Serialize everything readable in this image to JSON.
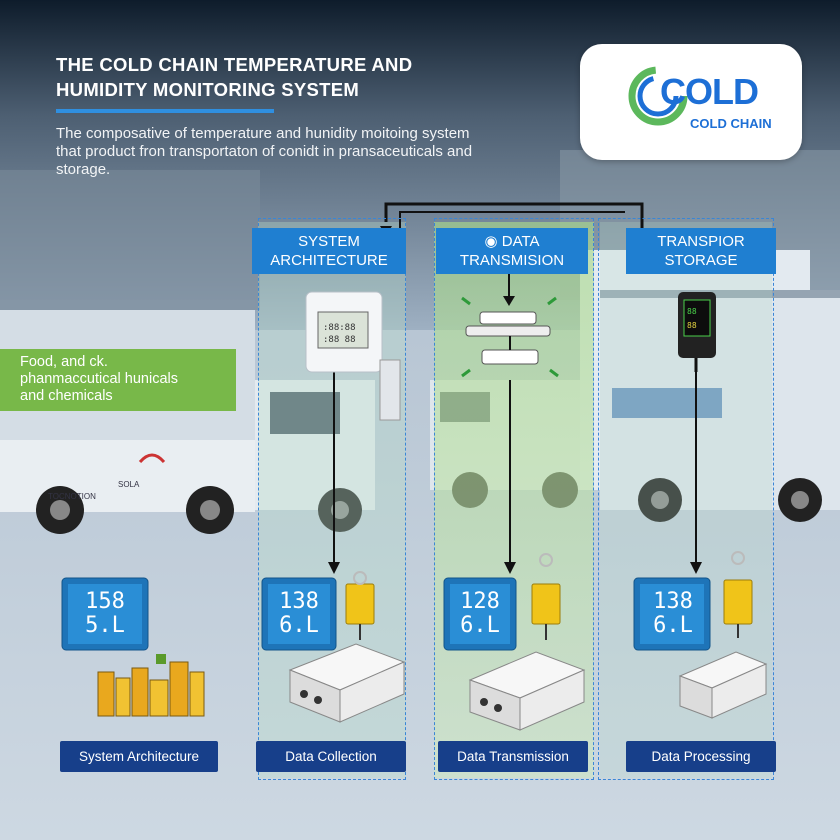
{
  "header": {
    "title_line1": "THE COLD CHAIN TEMPERATURE AND",
    "title_line2": "HUMIDITY MONITORING SYSTEM",
    "subtitle_line1": "The  composative of temperature and hunidity moitoing system",
    "subtitle_line2": "that product fron transportaton of conidt in pransaceuticals and",
    "subtitle_line3": "storage."
  },
  "logo": {
    "word": "COLD",
    "sub": "COLD CHAIN",
    "colors": {
      "primary": "#1d6fd6",
      "green": "#5cb85c"
    }
  },
  "food_label": {
    "line1": "Food, and ck.",
    "line2": "phanmaccutical hunicals",
    "line3": "and chemicals"
  },
  "columns": [
    {
      "heading_line1": "SYSTEM",
      "heading_line2": "ARCHITECTURE"
    },
    {
      "heading_line1": "DATA",
      "heading_line2": "TRANSMISION",
      "icon": "headset-icon"
    },
    {
      "heading_line1": "TRANSPIOR",
      "heading_line2": "STORAGE"
    }
  ],
  "bottom_buttons": [
    {
      "label": "System Architecture"
    },
    {
      "label": "Data Collection"
    },
    {
      "label": "Data Transmission"
    },
    {
      "label": "Data Processing"
    }
  ],
  "display_readings": [
    {
      "top": "158",
      "bottom": "5.L"
    },
    {
      "top": "138",
      "bottom": "6.L"
    },
    {
      "top": "128",
      "bottom": "6.L"
    },
    {
      "top": "138",
      "bottom": "6.L"
    }
  ],
  "truck_side_text": [
    "TOCNOTION",
    "SOLA"
  ],
  "colors": {
    "accent_blue": "#1f7fd1",
    "button_navy": "#173f8a",
    "green": "#70b43c"
  }
}
